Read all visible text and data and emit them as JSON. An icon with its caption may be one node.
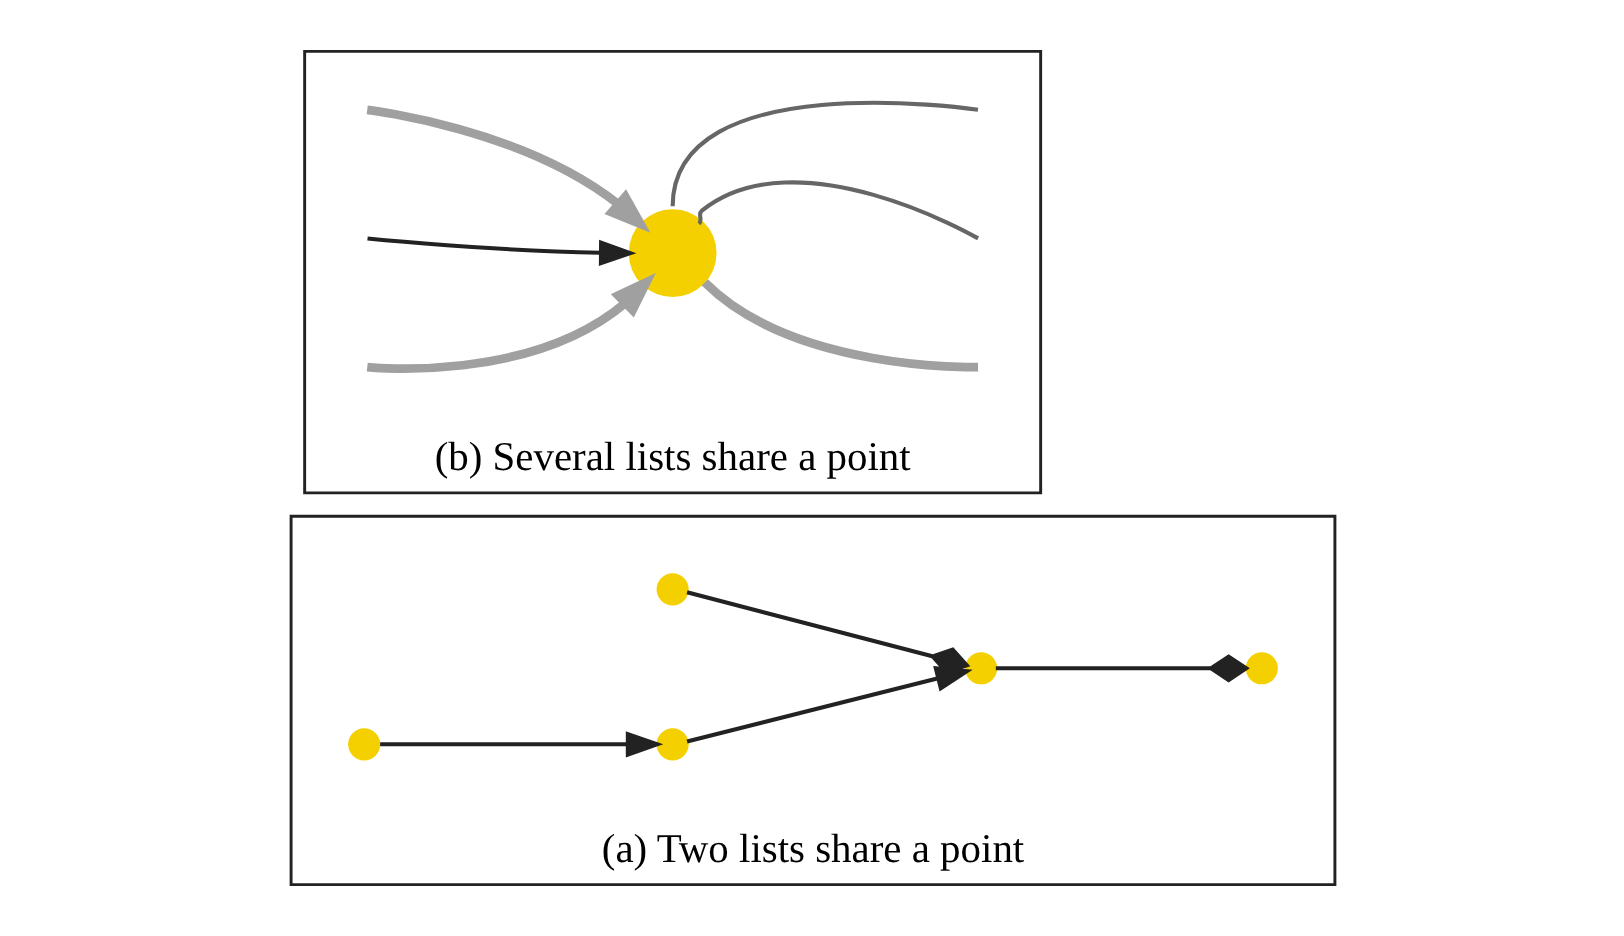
{
  "diagram": {
    "nodes": [
      {
        "text": [
          "(a) Two lists share a point"
        ]
      },
      {
        "text": [],
        "shape": "circle",
        "in": 0
      },
      {
        "text": [],
        "shape": "circle",
        "in": 0
      },
      {
        "text": [],
        "shape": "circle",
        "in": 0
      },
      {
        "text": [],
        "shape": "circle",
        "in": 0
      },
      {
        "text": [],
        "shape": "circle",
        "in": 0
      },
      {
        "text": [
          "(b) Several lists share a point"
        ]
      },
      {
        "text": [],
        "shape": "circle",
        "in": 6
      }
    ],
    "edges": [
      {
        "from": 2,
        "to": 3,
        "arrow": "to"
      },
      {
        "from": 3,
        "to": 5,
        "arrow": "to"
      },
      {
        "from": 1,
        "to": 5,
        "arrow": "other"
      },
      {
        "from": 5,
        "to": 4,
        "arrow": "other"
      },
      {
        "from": null,
        "to": 7,
        "arrow": "none",
        "color": "#666666"
      },
      {
        "from": null,
        "to": 7,
        "arrow": "none",
        "color": "#666666"
      },
      {
        "from": null,
        "to": 7,
        "arrow": "none",
        "style": "thick",
        "color": "#a0a0a0"
      },
      {
        "from": null,
        "to": 7,
        "arrow": "to",
        "style": "thick",
        "color": "#a0a0a0"
      },
      {
        "from": null,
        "to": 7,
        "arrow": "to",
        "style": "thick",
        "color": "#a0a0a0"
      },
      {
        "from": null,
        "to": 7,
        "arrow": "to"
      }
    ]
  }
}
